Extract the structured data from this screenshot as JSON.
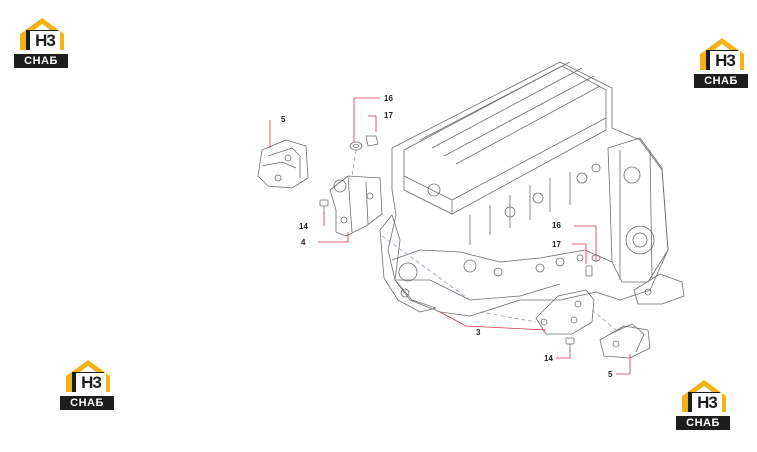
{
  "logo": {
    "letters_h": "H",
    "letters_3": "3",
    "plate": "СНАБ"
  },
  "callouts": {
    "c5_top": "5",
    "c16_top": "16",
    "c17_top": "17",
    "c14_left": "14",
    "c4": "4",
    "c16_right": "16",
    "c17_right": "17",
    "c3": "3",
    "c14_bottom": "14",
    "c5_bottom": "5"
  },
  "colors": {
    "logo_yellow": "#f2b317",
    "logo_dark": "#1d1d1b",
    "leader_red": "#d6334a",
    "line_art": "#6f6f6f"
  }
}
